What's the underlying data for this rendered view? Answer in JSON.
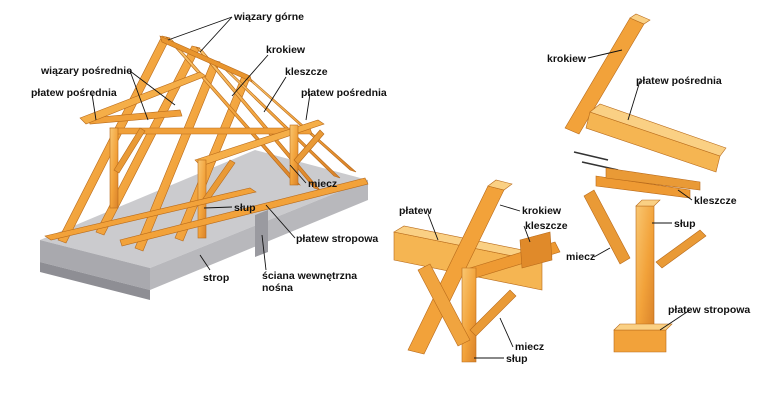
{
  "colors": {
    "timber": "#F2A23A",
    "timber_light": "#F8C06A",
    "timber_dark": "#C9731F",
    "concrete_top": "#C9C9CC",
    "concrete_side": "#A7A7AC",
    "bolt": "#3A3A3A",
    "text": "#111111"
  },
  "labels": {
    "wiazary_gorne": "wiązary górne",
    "wiazary_posrednie": "wiązary pośrednie",
    "krokiew_left": "krokiew",
    "kleszcze_left": "kleszcze",
    "platew_posrednia_l": "płatew pośrednia",
    "platew_posrednia_r": "płatew pośrednia",
    "miecz_left": "miecz",
    "slup_left": "słup",
    "platew_stropowa_left": "płatew stropowa",
    "strop": "strop",
    "sciana_1": "ściana wewnętrzna",
    "sciana_2": "nośna",
    "platew_mid": "płatew",
    "krokiew_mid": "krokiew",
    "kleszcze_mid": "kleszcze",
    "miecz_mid": "miecz",
    "slup_mid": "słup",
    "krokiew_right": "krokiew",
    "platew_posrednia_right": "płatew pośrednia",
    "kleszcze_right": "kleszcze",
    "slup_right": "słup",
    "miecz_right": "miecz",
    "platew_stropowa_right": "płatew stropowa"
  }
}
